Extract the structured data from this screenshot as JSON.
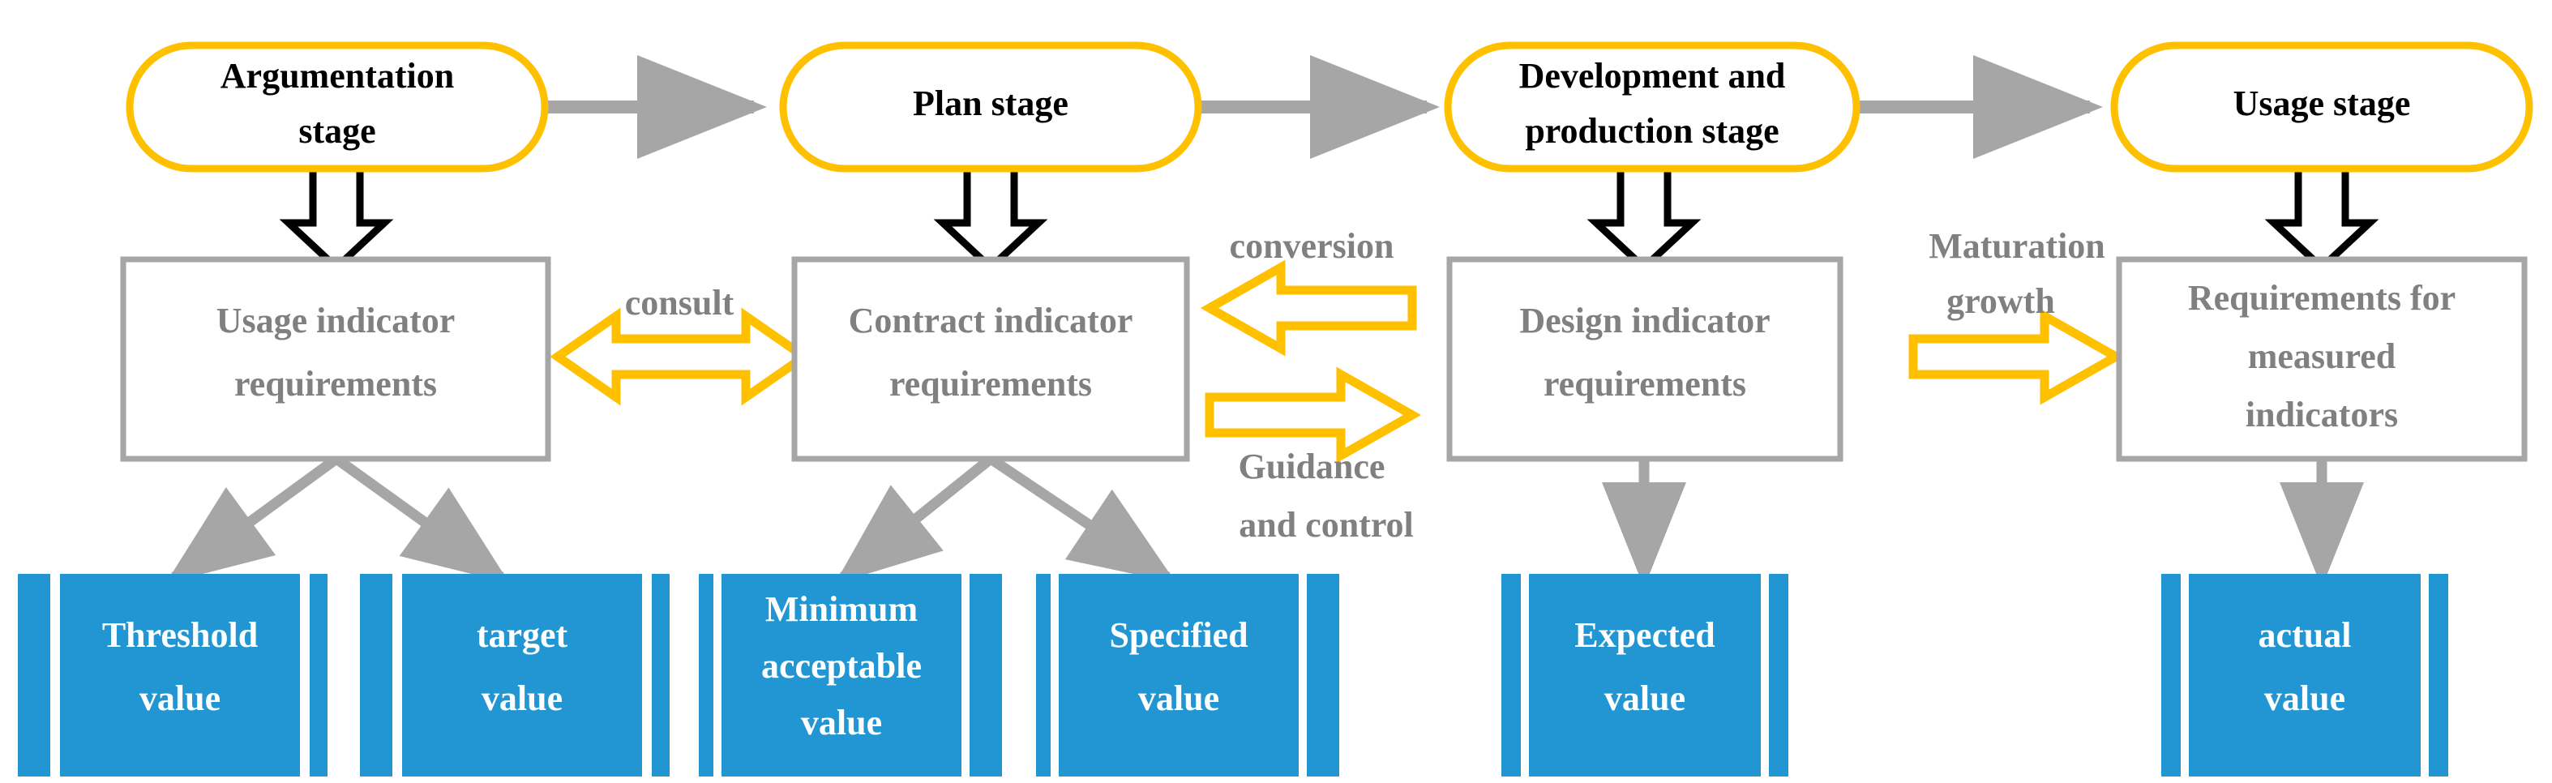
{
  "diagram": {
    "title": "Indicator requirement flow across product lifecycle stages",
    "colors": {
      "stage_border": "#FFC000",
      "requirement_border": "#A6A6A6",
      "requirement_text": "#808080",
      "value_fill": "#2196D3",
      "value_text": "#FFFFFF",
      "connector_gray": "#A6A6A6",
      "block_arrow_black": "#000000",
      "block_arrow_yellow": "#FFC000",
      "background": "#FFFFFF"
    },
    "stages": [
      {
        "id": "argumentation",
        "label": "Argumentation stage",
        "lines": [
          "Argumentation",
          "stage"
        ]
      },
      {
        "id": "plan",
        "label": "Plan stage",
        "lines": [
          "Plan stage"
        ]
      },
      {
        "id": "development",
        "label": "Development and production stage",
        "lines": [
          "Development and",
          "production stage"
        ]
      },
      {
        "id": "usage",
        "label": "Usage stage",
        "lines": [
          "Usage stage"
        ]
      }
    ],
    "requirements": [
      {
        "id": "usage-indicator",
        "label": "Usage indicator requirements",
        "lines": [
          "Usage indicator",
          "requirements"
        ]
      },
      {
        "id": "contract-indicator",
        "label": "Contract indicator requirements",
        "lines": [
          "Contract indicator",
          "requirements"
        ]
      },
      {
        "id": "design-indicator",
        "label": "Design indicator requirements",
        "lines": [
          "Design indicator",
          "requirements"
        ]
      },
      {
        "id": "measured-indicators",
        "label": "Requirements for measured indicators",
        "lines": [
          "Requirements for",
          "measured",
          "indicators"
        ]
      }
    ],
    "values": [
      {
        "id": "threshold-value",
        "label": "Threshold value",
        "lines": [
          "Threshold",
          "value"
        ],
        "parent": "usage-indicator"
      },
      {
        "id": "target-value",
        "label": "target value",
        "lines": [
          "target",
          "value"
        ],
        "parent": "usage-indicator"
      },
      {
        "id": "minimum-acceptable-value",
        "label": "Minimum acceptable value",
        "lines": [
          "Minimum",
          "acceptable",
          "value"
        ],
        "parent": "contract-indicator"
      },
      {
        "id": "specified-value",
        "label": "Specified value",
        "lines": [
          "Specified",
          "value"
        ],
        "parent": "contract-indicator"
      },
      {
        "id": "expected-value",
        "label": "Expected value",
        "lines": [
          "Expected",
          "value"
        ],
        "parent": "design-indicator"
      },
      {
        "id": "actual-value",
        "label": "actual value",
        "lines": [
          "actual",
          "value"
        ],
        "parent": "measured-indicators"
      }
    ],
    "edge_labels": {
      "consult": "consult",
      "conversion": "conversion",
      "guidance_line1": "Guidance",
      "guidance_line2": "and control",
      "maturation_line1": "Maturation",
      "maturation_line2": "growth"
    },
    "relations": [
      {
        "from": "argumentation",
        "to": "plan",
        "kind": "gray-arrow"
      },
      {
        "from": "plan",
        "to": "development",
        "kind": "gray-arrow"
      },
      {
        "from": "development",
        "to": "usage",
        "kind": "gray-arrow"
      },
      {
        "from": "argumentation",
        "to": "usage-indicator",
        "kind": "black-block-arrow"
      },
      {
        "from": "plan",
        "to": "contract-indicator",
        "kind": "black-block-arrow"
      },
      {
        "from": "development",
        "to": "design-indicator",
        "kind": "black-block-arrow"
      },
      {
        "from": "usage",
        "to": "measured-indicators",
        "kind": "black-block-arrow"
      },
      {
        "from": "usage-indicator",
        "to": "contract-indicator",
        "kind": "yellow-double-arrow",
        "label": "consult"
      },
      {
        "from": "design-indicator",
        "to": "contract-indicator",
        "kind": "yellow-left-arrow",
        "label": "conversion"
      },
      {
        "from": "contract-indicator",
        "to": "design-indicator",
        "kind": "yellow-right-arrow",
        "label": "Guidance and control"
      },
      {
        "from": "design-indicator",
        "to": "measured-indicators",
        "kind": "yellow-right-arrow",
        "label": "Maturation growth"
      }
    ]
  }
}
